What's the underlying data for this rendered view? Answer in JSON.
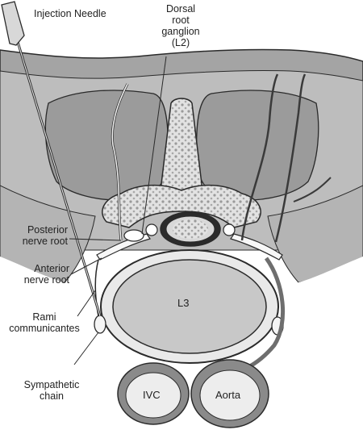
{
  "labels": {
    "needle": "Injection Needle",
    "ganglion": [
      "Dorsal",
      "root",
      "ganglion",
      "(L2)"
    ],
    "posterior": [
      "Posterior",
      "nerve root"
    ],
    "anterior": [
      "Anterior",
      "nerve root"
    ],
    "rami": [
      "Rami",
      "communicantes"
    ],
    "sympathetic": [
      "Sympathetic",
      "chain"
    ],
    "vertebra": "L3",
    "ivc": "IVC",
    "aorta": "Aorta"
  },
  "colors": {
    "outline": "#2a2a2a",
    "skin": "#9c9c9c",
    "muscle": "#bdbdbd",
    "muscle_dark": "#8e8e8e",
    "bone_outer": "#e6e6e6",
    "bone_inner": "#c9c9c9",
    "nerve": "#f7f7f7",
    "vessel_wall": "#8a8a8a",
    "vessel_lumen": "#ededed"
  }
}
